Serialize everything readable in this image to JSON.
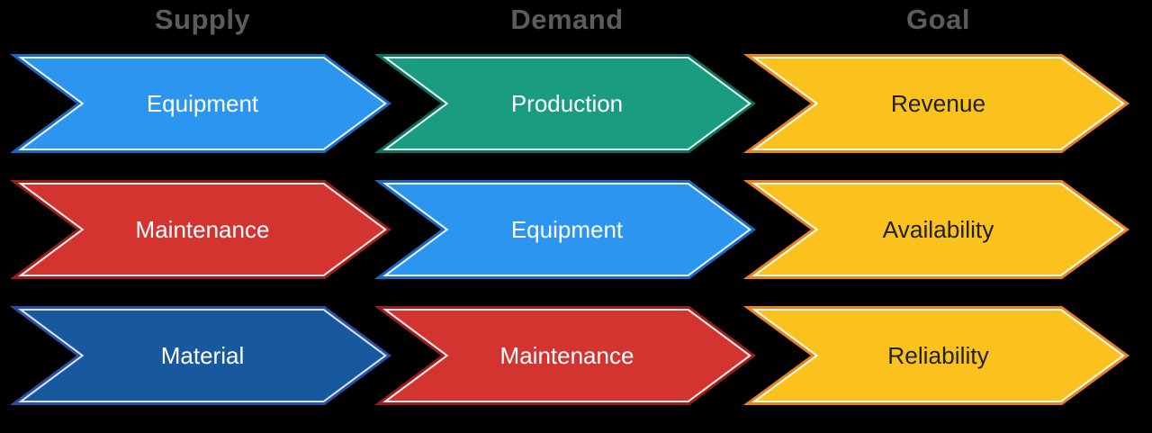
{
  "background": "#000000",
  "header_color": "#5C5C5C",
  "columns": [
    {
      "header": "Supply",
      "items": [
        {
          "label": "Equipment",
          "scheme": "blue"
        },
        {
          "label": "Maintenance",
          "scheme": "red"
        },
        {
          "label": "Material",
          "scheme": "navy"
        }
      ]
    },
    {
      "header": "Demand",
      "items": [
        {
          "label": "Production",
          "scheme": "teal"
        },
        {
          "label": "Equipment",
          "scheme": "blue"
        },
        {
          "label": "Maintenance",
          "scheme": "red"
        }
      ]
    },
    {
      "header": "Goal",
      "items": [
        {
          "label": "Revenue",
          "scheme": "gold"
        },
        {
          "label": "Availability",
          "scheme": "gold"
        },
        {
          "label": "Reliability",
          "scheme": "gold"
        }
      ]
    }
  ],
  "schemes": {
    "blue": {
      "fill": "#2B95F0",
      "border": "#1B67C4",
      "inner_line": "#EAF4FF",
      "text": "#FFFFFF"
    },
    "red": {
      "fill": "#D33430",
      "border": "#9C1E1C",
      "inner_line": "#FFECEC",
      "text": "#FFFFFF"
    },
    "navy": {
      "fill": "#17589F",
      "border": "#2C4DA0",
      "inner_line": "#D6E6F8",
      "text": "#FFFFFF"
    },
    "teal": {
      "fill": "#1A9C80",
      "border": "#0E6E59",
      "inner_line": "#E5F9F2",
      "text": "#FFFFFF"
    },
    "gold": {
      "fill": "#FBC21D",
      "border": "#E8821F",
      "inner_line": "#FFFCF2",
      "text": "#212121"
    }
  }
}
